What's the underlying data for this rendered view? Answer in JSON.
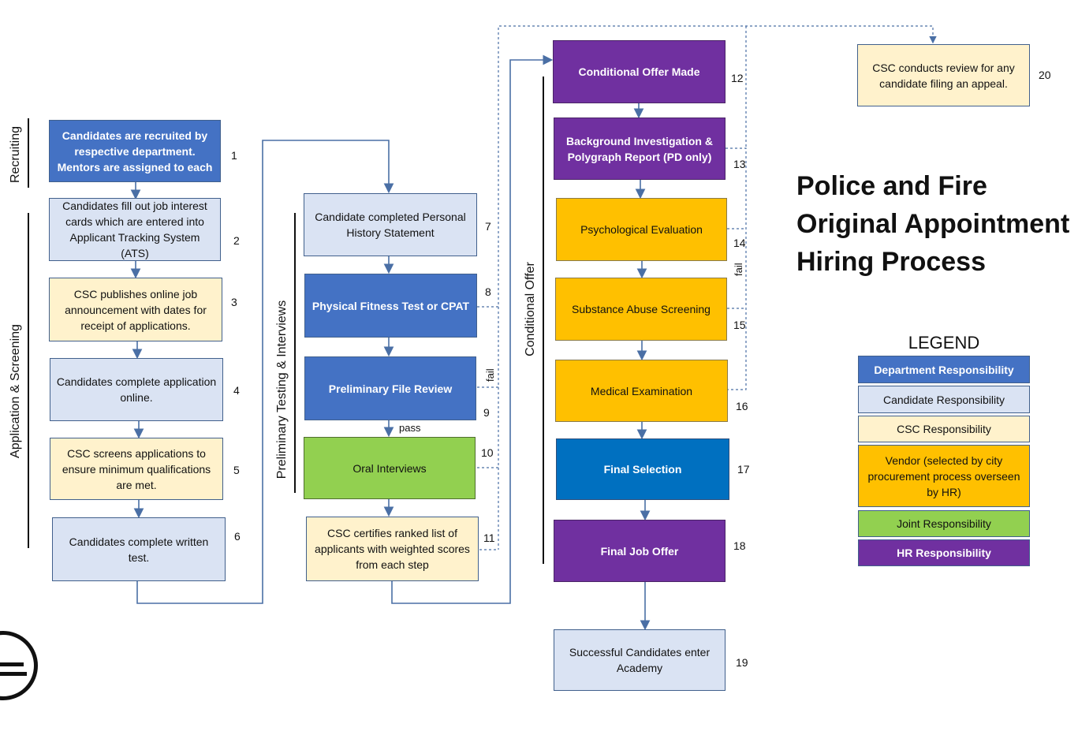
{
  "title": "Police and Fire Original Appointment Hiring Process",
  "phases": {
    "recruiting": "Recruiting",
    "application": "Application & Screening",
    "testing": "Preliminary Testing & Interviews",
    "offer": "Conditional Offer"
  },
  "steps": {
    "s1": {
      "text": "Candidates are recruited by respective department.  Mentors are assigned to each",
      "num": "1"
    },
    "s2": {
      "text": "Candidates fill out job interest cards which are entered into Applicant Tracking System (ATS)",
      "num": "2"
    },
    "s3": {
      "text": "CSC publishes online job announcement with dates for receipt of applications.",
      "num": "3"
    },
    "s4": {
      "text": "Candidates complete application online.",
      "num": "4"
    },
    "s5": {
      "text": "CSC screens applications to ensure minimum qualifications are met.",
      "num": "5"
    },
    "s6": {
      "text": "Candidates complete written test.",
      "num": "6"
    },
    "s7": {
      "text": "Candidate completed Personal History Statement",
      "num": "7"
    },
    "s8": {
      "text": "Physical Fitness Test or CPAT",
      "num": "8"
    },
    "s9": {
      "text": "Preliminary File Review",
      "num": "9"
    },
    "s10": {
      "text": "Oral Interviews",
      "num": "10"
    },
    "s11": {
      "text": "CSC certifies ranked list of applicants with weighted scores from each step",
      "num": "11"
    },
    "s12": {
      "text": "Conditional Offer Made",
      "num": "12"
    },
    "s13": {
      "text": "Background Investigation & Polygraph Report (PD only)",
      "num": "13"
    },
    "s14": {
      "text": "Psychological Evaluation",
      "num": "14"
    },
    "s15": {
      "text": "Substance Abuse Screening",
      "num": "15"
    },
    "s16": {
      "text": "Medical Examination",
      "num": "16"
    },
    "s17": {
      "text": "Final Selection",
      "num": "17"
    },
    "s18": {
      "text": "Final Job Offer",
      "num": "18"
    },
    "s19": {
      "text": "Successful Candidates enter Academy",
      "num": "19"
    },
    "s20": {
      "text": "CSC conducts review for any candidate filing an appeal.",
      "num": "20"
    }
  },
  "labels": {
    "pass": "pass",
    "fail": "fail"
  },
  "legend": {
    "title": "LEGEND",
    "dept": "Department Responsibility",
    "cand": "Candidate Responsibility",
    "csc": "CSC Responsibility",
    "vendor": "Vendor (selected by city procurement process overseen by HR)",
    "joint": "Joint Responsibility",
    "hr": "HR Responsibility"
  },
  "colors": {
    "department": "#4472c4",
    "candidate": "#dae3f3",
    "csc": "#fff2cc",
    "vendor": "#ffc000",
    "joint": "#92d050",
    "hr": "#7030a0",
    "final_selection": "#0070c0",
    "connector": "#4a6fa5"
  }
}
